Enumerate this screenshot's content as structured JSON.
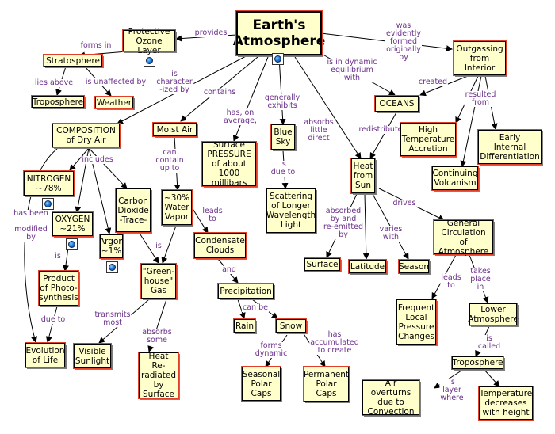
{
  "concepts": {
    "earths_atmosphere": "Earth's\nAtmosphere",
    "protective_ozone_layer": "Protective\nOzone Layer",
    "stratosphere": "Stratosphere",
    "troposphere_top": "Troposphere",
    "weather": "Weather",
    "outgassing": "Outgassing\nfrom\nInterior",
    "oceans": "OCEANS",
    "high_temp_accretion": "High\nTemperature\nAccretion",
    "early_internal_diff": "Early\nInternal\nDifferentiation",
    "continuing_volcanism": "Continuing\nVolcanism",
    "composition": "COMPOSITION\nof Dry Air",
    "moist_air": "Moist Air",
    "surface_pressure": "Surface\nPRESSURE\nof about\n1000 millibars",
    "blue_sky": "Blue\nSky",
    "scattering": "Scattering\nof Longer\nWavelength\nLight",
    "heat_from_sun": "Heat\nfrom\nSun",
    "nitrogen": "NITROGEN\n~78%",
    "oxygen": "OXYGEN\n~21%",
    "argon": "Argon\n~1%",
    "co2": "Carbon\nDioxide\n-Trace-",
    "water_vapor": "~30%\nWater\nVapor",
    "condensate_clouds": "Condensate\nClouds",
    "precipitation": "Precipitation",
    "rain": "Rain",
    "snow": "Snow",
    "seasonal_polar_caps": "Seasonal\nPolar\nCaps",
    "permanent_polar_caps": "Permanent\nPolar\nCaps",
    "greenhouse_gas": "\"Green-\nhouse\"\nGas",
    "visible_sunlight": "Visible\nSunlight",
    "heat_reradiated": "Heat Re-\nradiated\nby\nSurface",
    "product_photosynthesis": "Product\nof Photo-\nsynthesis",
    "evolution_of_life": "Evolution\nof Life",
    "surface": "Surface",
    "latitude": "Latitude",
    "season": "Season",
    "general_circulation": "General\nCirculation of\nAtmosphere",
    "frequent_local_pressure": "Frequent\nLocal\nPressure\nChanges",
    "lower_atmosphere": "Lower\nAtmosphere",
    "troposphere_bottom": "Troposphere",
    "air_overturns": "Air overturns\ndue to\nConvection",
    "temp_decreases": "Temperature\ndecreases\nwith height"
  },
  "link_labels": {
    "provides": "provides",
    "forms_in": "forms in",
    "lies_above": "lies above",
    "is_unaffected_by": "is unaffected by",
    "is_characterized_by": "is\ncharacter\n-ized by",
    "contains": "contains",
    "has_on_average": "has, on\naverage,",
    "generally_exhibits": "generally\nexhibits",
    "absorbs_little_direct": "absorbs\nlittle\ndirect",
    "is_in_dynamic_equilibrium": "is in dynamic\nequilibrium\nwith",
    "was_evidently_formed": "was\nevidently\nformed\noriginally\nby",
    "created": "created",
    "resulted_from": "resulted\nfrom",
    "redistribute": "redistribute",
    "includes": "includes",
    "has_been_modified_by": "has been\n\nmodified\nby",
    "is": "is",
    "due_to": "due to",
    "can_contain_up_to": "can\ncontain\nup to",
    "is_wv": "is",
    "leads_to": "leads\nto",
    "and": "and",
    "can_be": "can be",
    "forms_dynamic": "forms\ndynamic",
    "has_accumulated": "has\naccumulated\nto create",
    "transmits_most": "transmits\nmost",
    "absorbs_some": "absorbs\nsome",
    "is_due_to": "is\ndue to",
    "absorbed_reemitted": "absorbed\nby and\nre-emitted\nby",
    "varies_with": "varies\nwith",
    "drives": "drives",
    "leads_to_2": "leads\nto",
    "takes_place_in": "takes\nplace\nin",
    "is_called": "is\ncalled",
    "is_layer_where": "is\nlayer\nwhere"
  },
  "icons": {
    "ozone": "globe-icon",
    "atmosphere": "globe-icon",
    "nitrogen": "globe-icon",
    "oxygen": "globe-icon",
    "argon": "globe-icon"
  },
  "colors": {
    "node_fill": "#ffffcc",
    "node_border": "#e0402a",
    "link_line": "#000000",
    "link_label": "#6a2f8a"
  }
}
